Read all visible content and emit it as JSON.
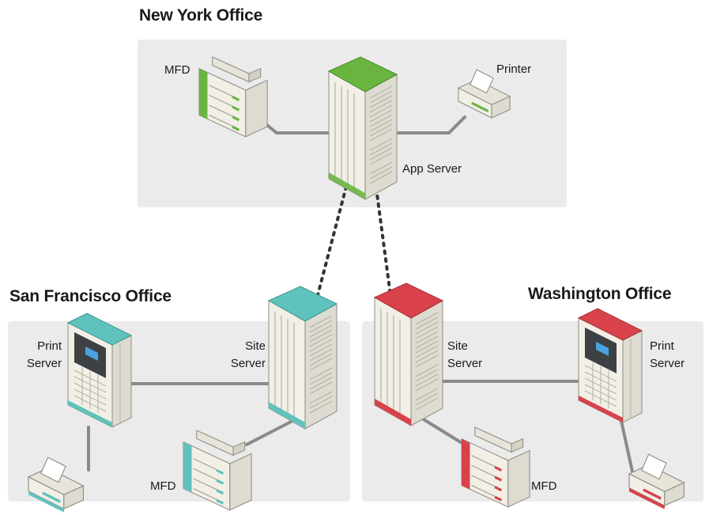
{
  "offices": {
    "ny": {
      "title": "New York Office",
      "accent": "#6ab540"
    },
    "sf": {
      "title": "San Francisco Office",
      "accent": "#5fc2bd"
    },
    "wa": {
      "title": "Washington Office",
      "accent": "#d9424b"
    }
  },
  "labels": {
    "ny_mfd": "MFD",
    "ny_printer": "Printer",
    "ny_app_server": "App Server",
    "sf_print_server": [
      "Print",
      "Server"
    ],
    "sf_site_server": [
      "Site",
      "Server"
    ],
    "sf_mfd": "MFD",
    "wa_site_server": [
      "Site",
      "Server"
    ],
    "wa_print_server": [
      "Print",
      "Server"
    ],
    "wa_mfd": "MFD"
  },
  "icons": [
    "server-tower",
    "print-server",
    "mfd",
    "printer"
  ],
  "colors": {
    "panel": "#ebebeb",
    "link": "#8a8a8a",
    "wan_link": "#333333",
    "device_body": "#f1efe6"
  }
}
